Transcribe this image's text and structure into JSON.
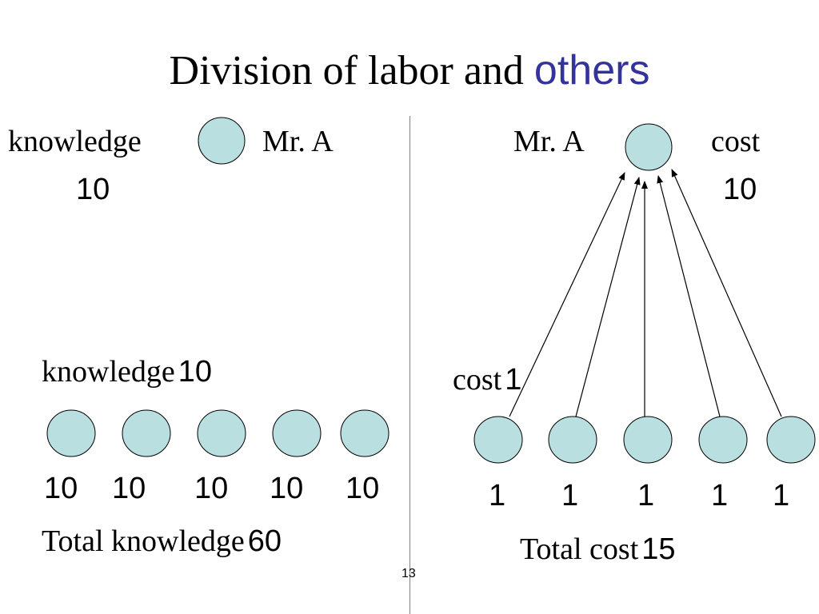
{
  "title": {
    "main": "Division of labor and",
    "accent": "others"
  },
  "colors": {
    "node_fill": "#b9dfe0",
    "accent": "#333399"
  },
  "left": {
    "top_label": "knowledge",
    "top_name": "Mr. A",
    "top_value": "10",
    "group_label": "knowledge",
    "group_label_value": "10",
    "node_values": [
      "10",
      "10",
      "10",
      "10",
      "10"
    ],
    "total_label": "Total knowledge",
    "total_value": "60"
  },
  "right": {
    "top_name": "Mr. A",
    "top_label": "cost",
    "top_value": "10",
    "group_label": "cost",
    "group_label_value": "1",
    "node_values": [
      "1",
      "1",
      "1",
      "1",
      "1"
    ],
    "total_label": "Total cost",
    "total_value": "15"
  },
  "slide_number": "13"
}
